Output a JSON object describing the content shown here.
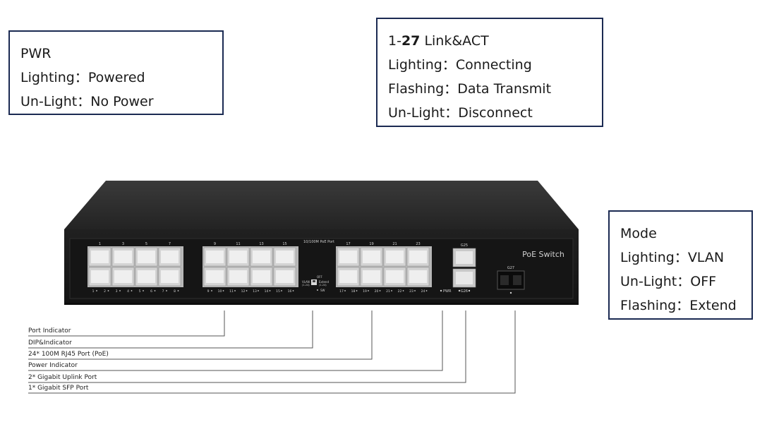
{
  "boxes": {
    "pwr": {
      "title": "PWR",
      "lighting_label": "Lighting：",
      "lighting_value": "Powered",
      "unlight_label": "Un-Light：",
      "unlight_value": "No Power"
    },
    "link": {
      "title_prefix": "1-",
      "title_num": "27",
      "title_suffix": " Link&ACT",
      "lighting_label": "Lighting：",
      "lighting_value": "Connecting",
      "flashing_label": "Flashing：",
      "flashing_value": "Data Transmit",
      "unlight_label": "Un-Light：",
      "unlight_value": "Disconnect"
    },
    "mode": {
      "title": "Mode",
      "lighting_label": "Lighting：",
      "lighting_value": "VLAN",
      "unlight_label": "Un-Light：",
      "unlight_value": "OFF",
      "flashing_label": "Flashing：",
      "flashing_value": "Extend"
    }
  },
  "device": {
    "brand_label": "PoE Switch",
    "top_label": "10/100M PoE Port",
    "top_port_numbers": [
      "1",
      "3",
      "5",
      "7",
      "9",
      "11",
      "13",
      "15",
      "17",
      "19",
      "21",
      "23"
    ],
    "bottom_port_numbers": [
      "1",
      "2",
      "3",
      "4",
      "5",
      "6",
      "7",
      "8",
      "9",
      "10",
      "11",
      "12",
      "13",
      "14",
      "15",
      "16",
      "17",
      "18",
      "19",
      "20",
      "21",
      "22",
      "23",
      "24"
    ],
    "uplink_top_label": "G25",
    "uplink_bottom_label": "G26",
    "sfp_label": "G27",
    "pwr_label": "PWR",
    "dip_off": "OFF",
    "dip_vlan": "VLAN",
    "dip_vlan_sub": "(1-24)",
    "dip_extend": "Extend",
    "dip_extend_sub": "(1-24)",
    "dip_sw": "SW"
  },
  "callouts": [
    "Port Indicator",
    "DIP&Indicator",
    "24* 100M RJ45 Port  (PoE)",
    "Power Indicator",
    "2* Gigabit Uplink Port",
    "1* Gigabit SFP Port"
  ],
  "colors": {
    "box_border": "#1b2a52",
    "device_body": "#1c1c1c",
    "device_top": "#2b2b2b",
    "port_metal": "#c9c9c9"
  }
}
